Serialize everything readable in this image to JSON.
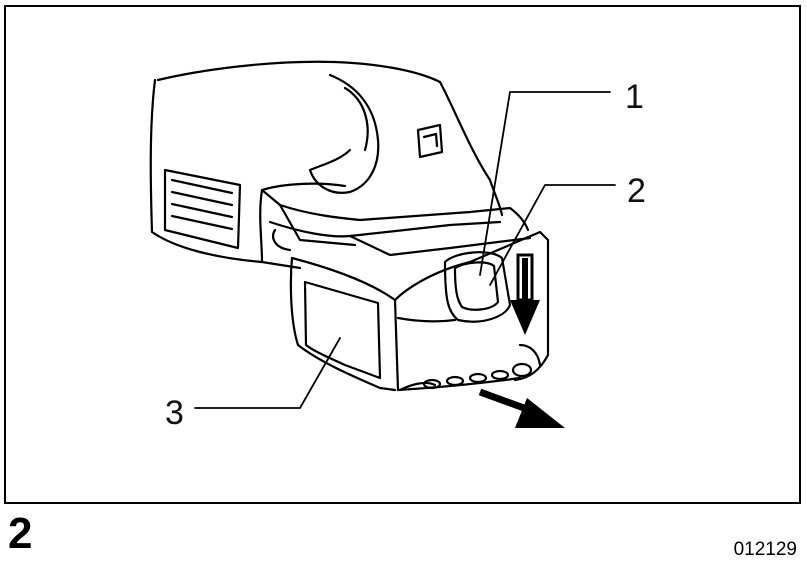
{
  "figure": {
    "number": "2",
    "reference_code": "012129"
  },
  "callouts": [
    {
      "label": "1"
    },
    {
      "label": "2"
    },
    {
      "label": "3"
    }
  ],
  "colors": {
    "line": "#000000",
    "background": "#ffffff"
  },
  "icons": [
    "down-arrow-icon",
    "slide-out-arrow-icon"
  ]
}
